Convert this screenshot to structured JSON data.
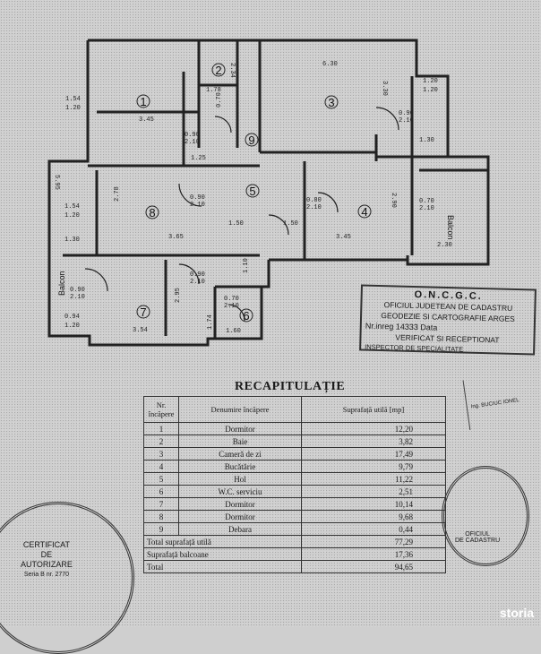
{
  "plan": {
    "rooms": [
      "1",
      "2",
      "3",
      "4",
      "5",
      "6",
      "7",
      "8",
      "9"
    ],
    "balcony_label": "Balcon",
    "dims": {
      "d630": "6.30",
      "d354": "3.54",
      "d345": "3.45",
      "d178": "1.78",
      "d234": "2.34",
      "d330": "3.30",
      "d120": "1.20",
      "d154": "1.54",
      "d090": "0.90",
      "d210": "2.10",
      "d125": "1.25",
      "d070": "0.70",
      "d130": "1.30",
      "d595": "5.95",
      "d278": "2.78",
      "d365": "3.65",
      "d150": "1.50",
      "d080": "0.80",
      "d290": "2.90",
      "d230": "2.30",
      "d160": "1.60",
      "d295": "2.95",
      "d110": "1.10",
      "d094": "0.94",
      "d174": "1.74"
    }
  },
  "stamp": {
    "title": "O.N.C.G.C.",
    "line1": "OFICIUL JUDETEAN DE CADASTRU",
    "line2": "GEODEZIE SI CARTOGRAFIE ARGES",
    "line3": "Nr.inreg 14333 Data",
    "line4": "VERIFICAT SI RECEPTIONAT",
    "line5": "INSPECTOR DE SPECIALITATE"
  },
  "recap": {
    "title": "RECAPITULAȚIE",
    "headers": {
      "nr": "Nr. încăpere",
      "name": "Denumire încăpere",
      "area": "Suprafață utilă [mp]"
    },
    "rows": [
      {
        "nr": "1",
        "name": "Dormitor",
        "area": "12,20"
      },
      {
        "nr": "2",
        "name": "Baie",
        "area": "3,82"
      },
      {
        "nr": "3",
        "name": "Cameră de zi",
        "area": "17,49"
      },
      {
        "nr": "4",
        "name": "Bucătărie",
        "area": "9,79"
      },
      {
        "nr": "5",
        "name": "Hol",
        "area": "11,22"
      },
      {
        "nr": "6",
        "name": "W.C. serviciu",
        "area": "2,51"
      },
      {
        "nr": "7",
        "name": "Dormitor",
        "area": "10,14"
      },
      {
        "nr": "8",
        "name": "Dormitor",
        "area": "9,68"
      },
      {
        "nr": "9",
        "name": "Debara",
        "area": "0,44"
      }
    ],
    "totals": [
      {
        "label": "Total suprafață utilă",
        "area": "77,29"
      },
      {
        "label": "Suprafață balcoane",
        "area": "17,36"
      },
      {
        "label": "Total",
        "area": "94,65"
      }
    ]
  },
  "left_stamp": {
    "l1": "CERTIFICAT",
    "l2": "DE",
    "l3": "AUTORIZARE",
    "l4": "Seria B nr. 2770"
  },
  "right_stamp": {
    "l1": "OFICIUL",
    "l2": "DE CADASTRU"
  },
  "corner_stamp": {
    "l1": "Ing. BUCIUC IONEL"
  },
  "watermark": "storia"
}
